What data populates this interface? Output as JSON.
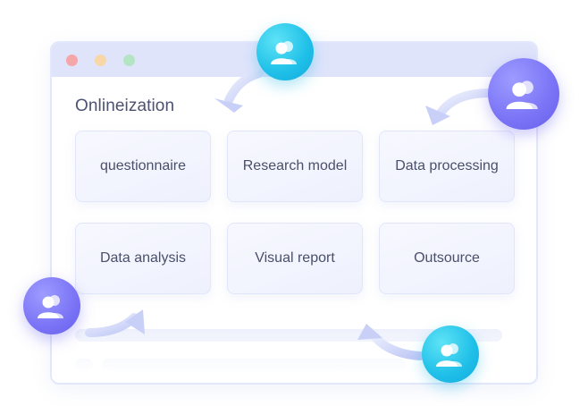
{
  "window": {
    "title": "Onlineization",
    "control_dots": [
      "close",
      "minimize",
      "maximize"
    ]
  },
  "cards": [
    {
      "label": "questionnaire"
    },
    {
      "label": "Research model"
    },
    {
      "label": "Data processing"
    },
    {
      "label": "Data analysis"
    },
    {
      "label": "Visual report"
    },
    {
      "label": "Outsource"
    }
  ],
  "icons": {
    "users": "users-icon"
  },
  "colors": {
    "window_border": "#e3e7fb",
    "titlebar": "#dfe4fb",
    "card_bg": "#f2f4fe",
    "text": "#4a4f6a",
    "cyan_bubble": "#1ebfe8",
    "purple_bubble": "#7a73f6",
    "arrow": "#c9d0f7"
  }
}
